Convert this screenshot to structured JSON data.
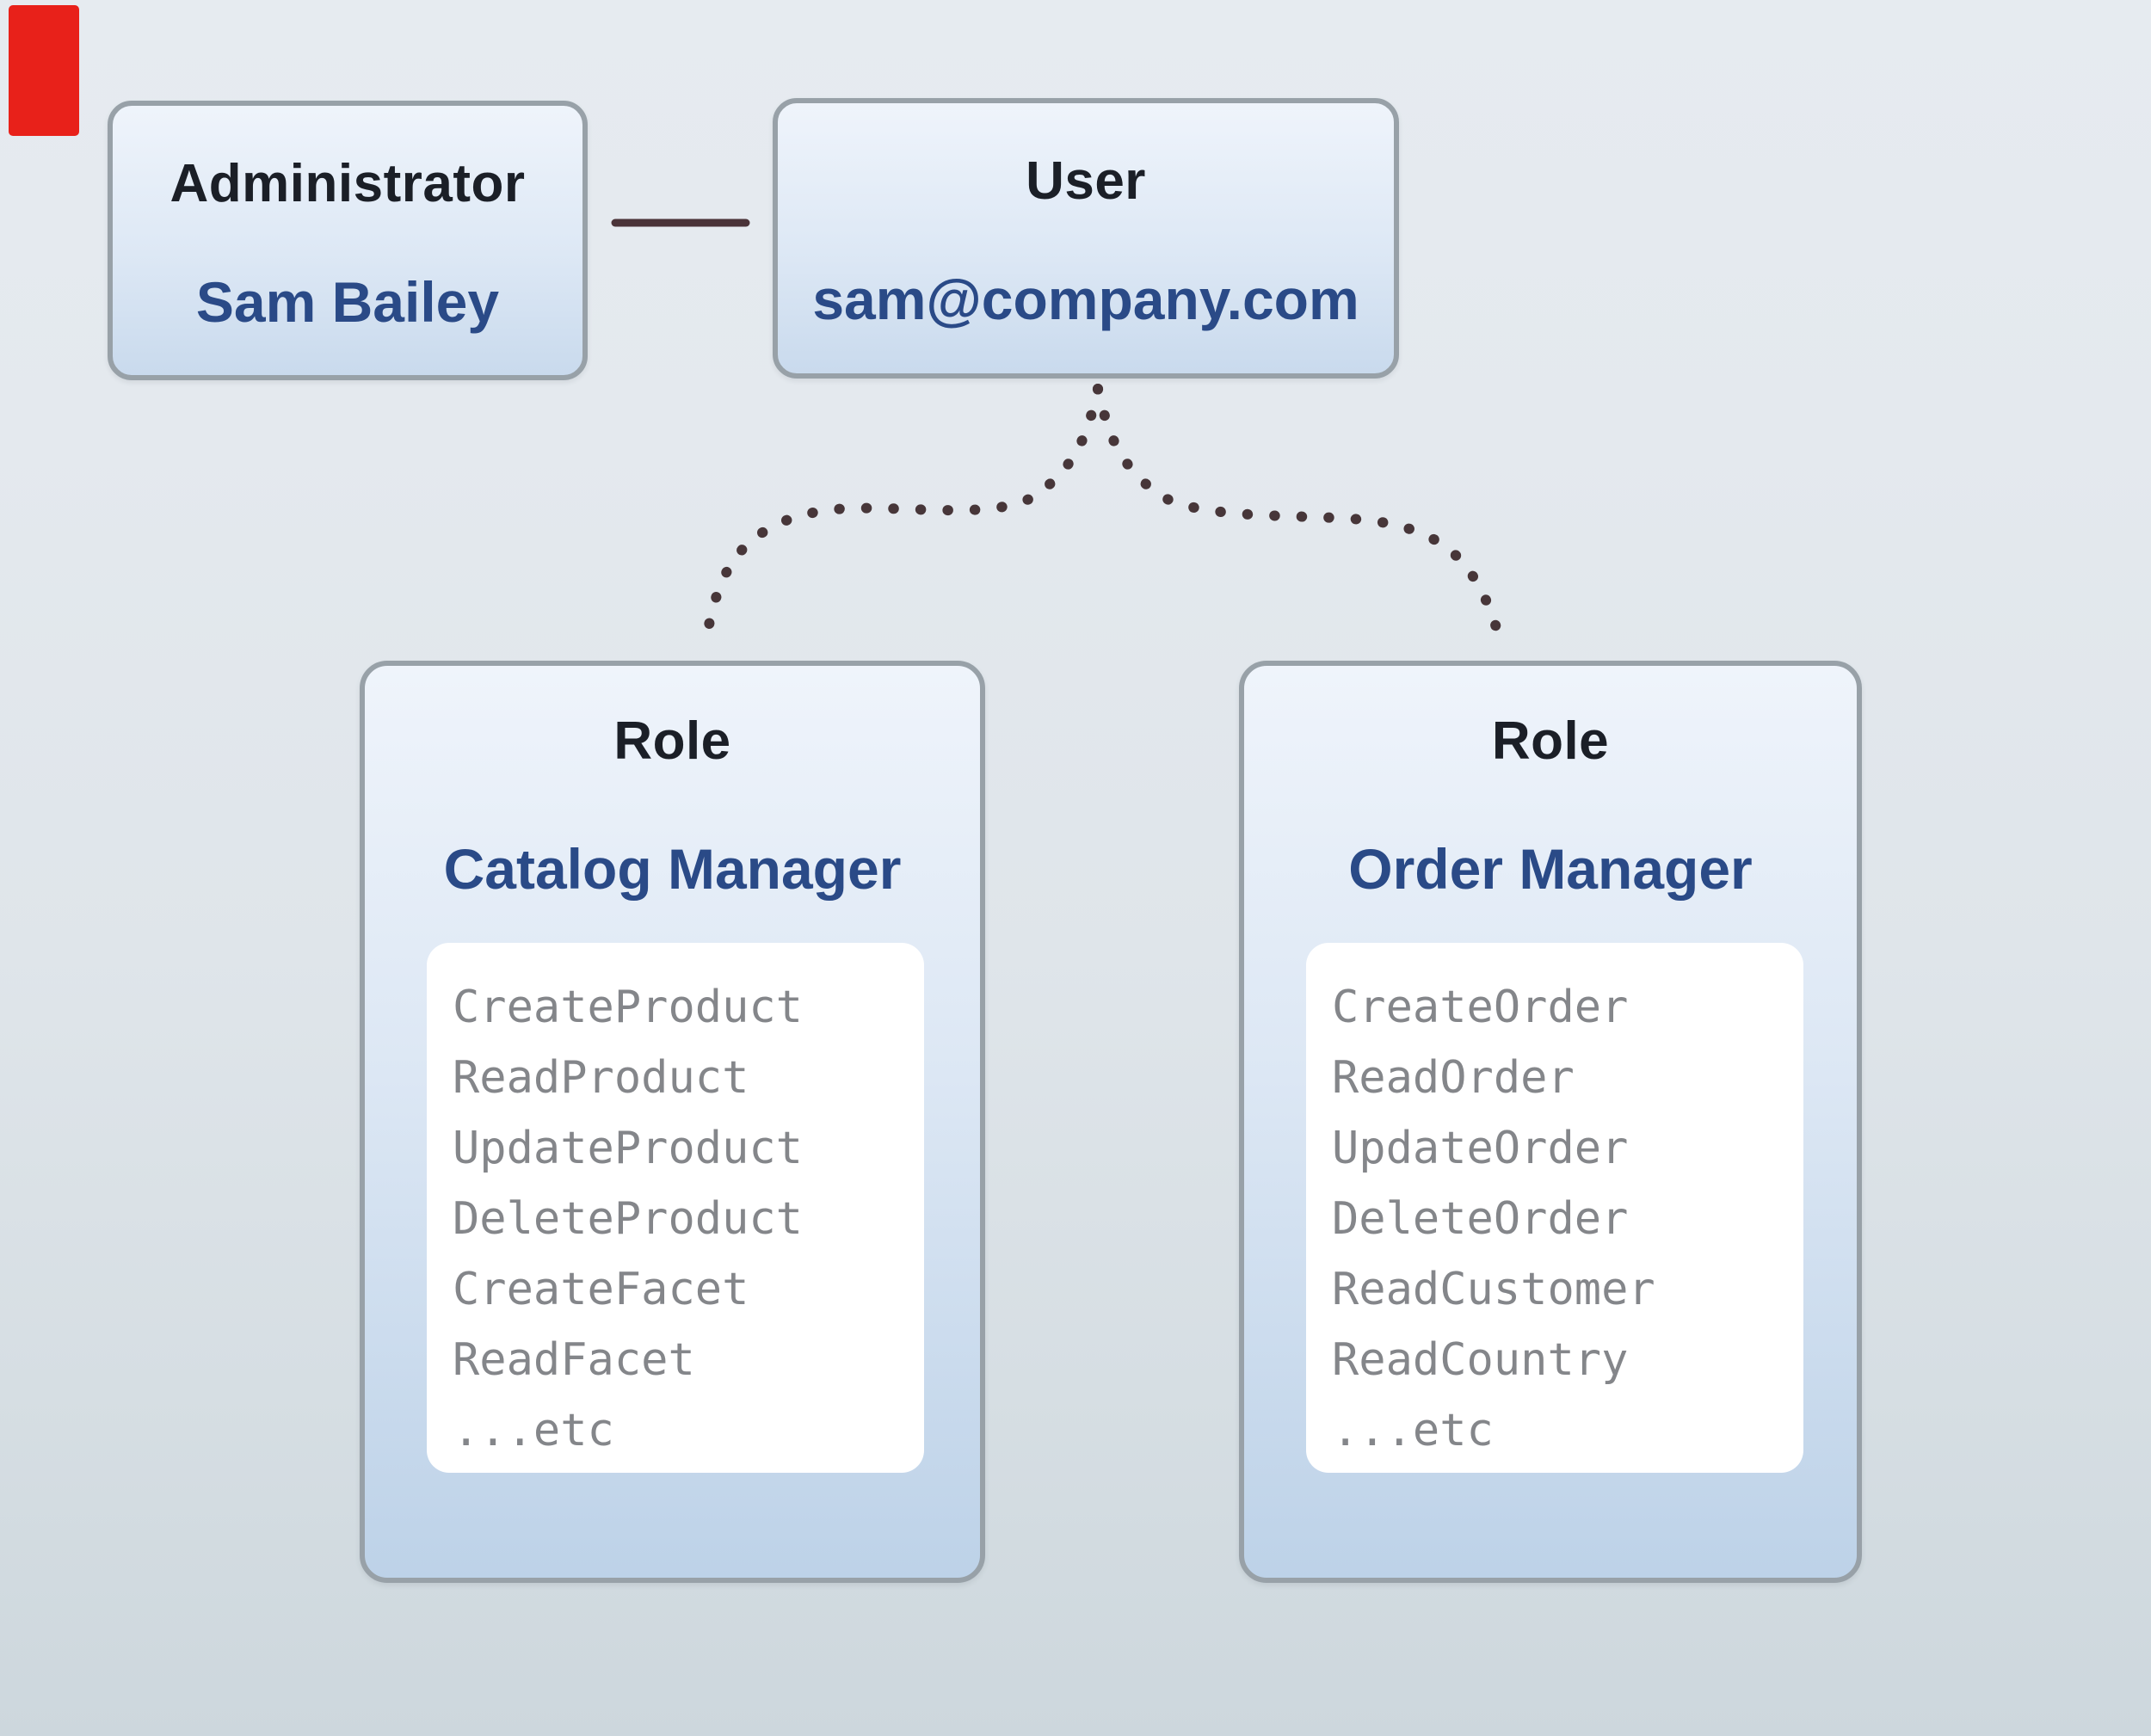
{
  "theme": {
    "bg_top": "#e6ebf0",
    "bg_bottom": "#cdd7dd",
    "box_border": "#98a1a8",
    "box_fill_top": "#eff4fb",
    "box_fill_bottom": "#bdd2e8",
    "entity_fill_bottom": "#c9daed",
    "title_color": "#1b1f27",
    "value_color": "#2a4a87",
    "mono_color": "#84868a",
    "panel_bg": "#ffffff",
    "connector_color": "#4a3338",
    "dot_color": "#473639",
    "marker_red": "#e8211a"
  },
  "admin_card": {
    "type_label": "Administrator",
    "value": "Sam Bailey"
  },
  "user_card": {
    "type_label": "User",
    "value": "sam@company.com"
  },
  "roles": [
    {
      "type_label": "Role",
      "name": "Catalog Manager",
      "permissions": [
        "CreateProduct",
        "ReadProduct",
        "UpdateProduct",
        "DeleteProduct",
        "CreateFacet",
        "ReadFacet",
        "...etc"
      ]
    },
    {
      "type_label": "Role",
      "name": "Order Manager",
      "permissions": [
        "CreateOrder",
        "ReadOrder",
        "UpdateOrder",
        "DeleteOrder",
        "ReadCustomer",
        "ReadCountry",
        "...etc"
      ]
    }
  ]
}
